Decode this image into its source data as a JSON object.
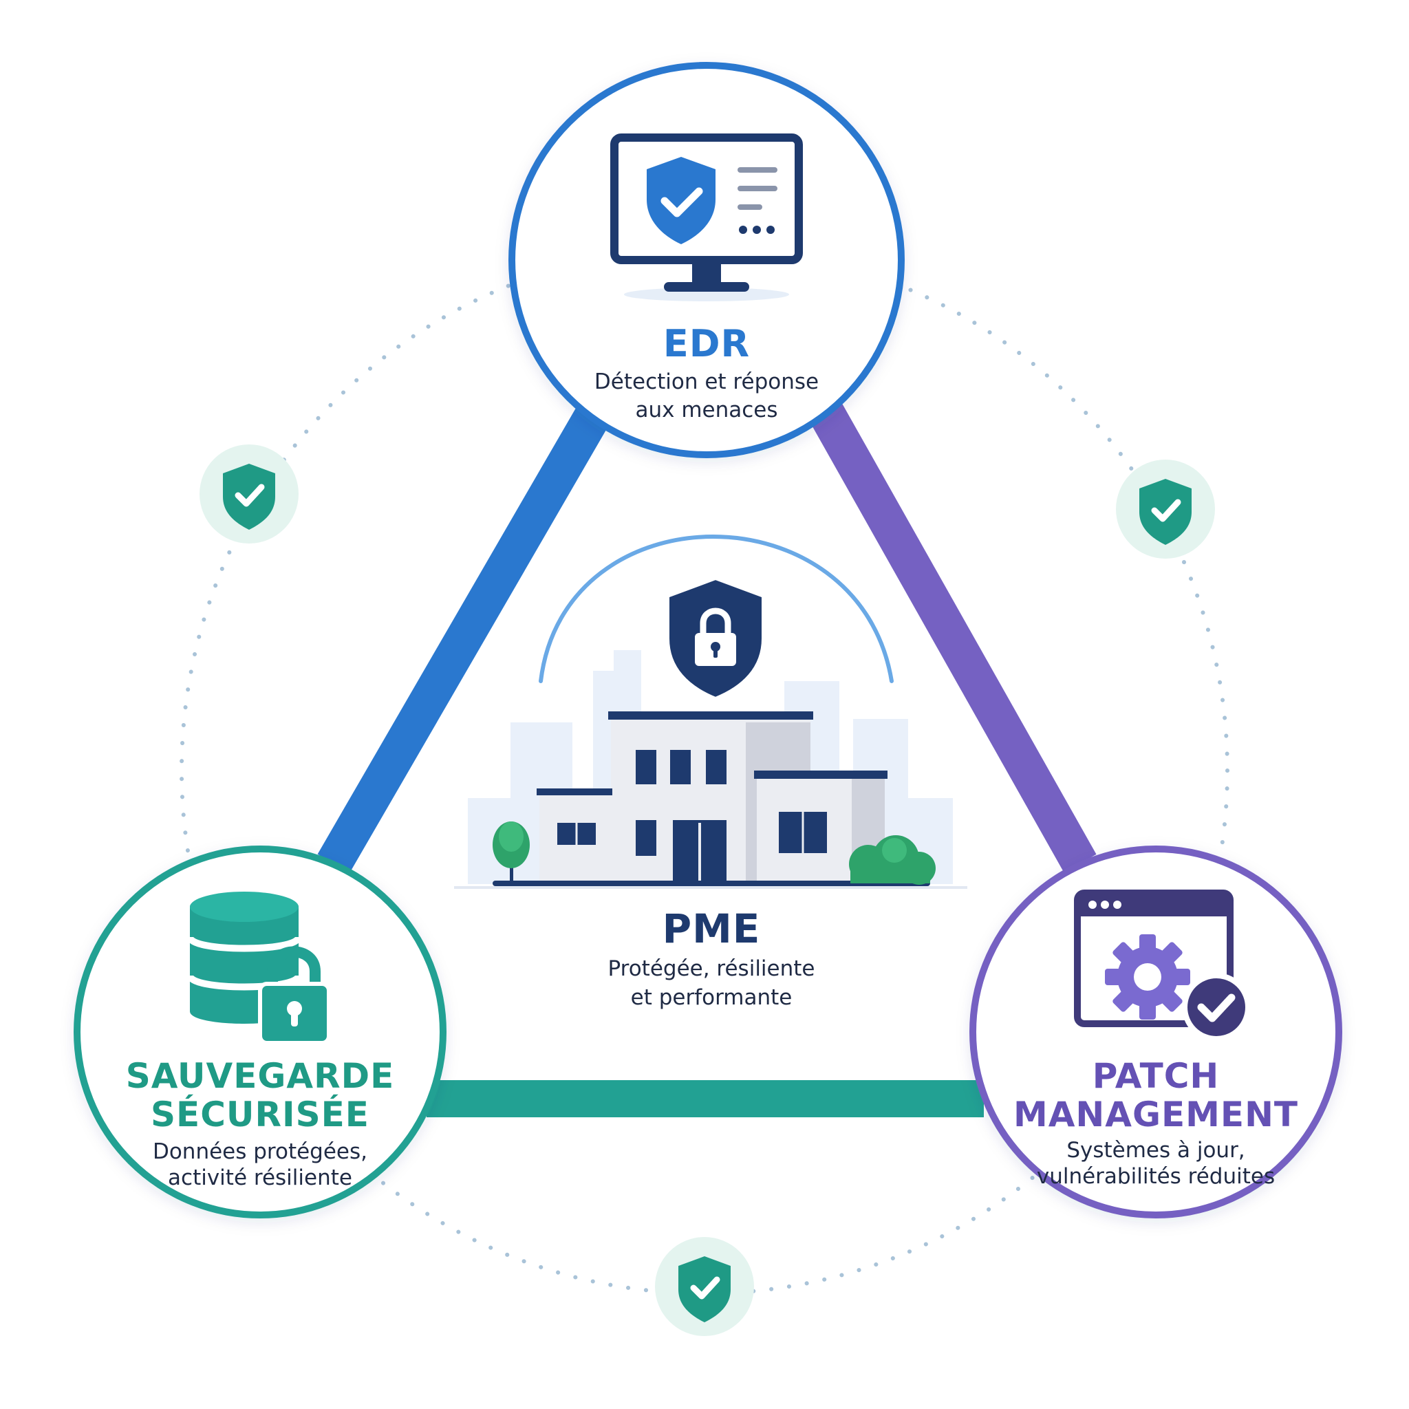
{
  "colors": {
    "edr": "#2a78cf",
    "backup": "#22a193",
    "patch": "#7561c2",
    "navy": "#1e3a6e",
    "dots": "#a9c3d8",
    "badge_bg": "#e4f4ef",
    "badge_shield": "#1f9a85"
  },
  "nodes": {
    "edr": {
      "title": "EDR",
      "subtitle_1": "Détection et réponse",
      "subtitle_2": "aux menaces",
      "icon": "monitor-shield-icon"
    },
    "backup": {
      "title_1": "SAUVEGARDE",
      "title_2": "SÉCURISÉE",
      "subtitle_1": "Données protégées,",
      "subtitle_2": "activité résiliente",
      "icon": "database-lock-icon"
    },
    "patch": {
      "title_1": "PATCH",
      "title_2": "MANAGEMENT",
      "subtitle_1": "Systèmes à jour,",
      "subtitle_2": "vulnérabilités réduites",
      "icon": "window-gear-check-icon"
    }
  },
  "center": {
    "title": "PME",
    "subtitle_1": "Protégée, résiliente",
    "subtitle_2": "et performante",
    "icon": "building-shield-lock-icon"
  },
  "badges": [
    "shield-check-icon",
    "shield-check-icon",
    "shield-check-icon"
  ]
}
